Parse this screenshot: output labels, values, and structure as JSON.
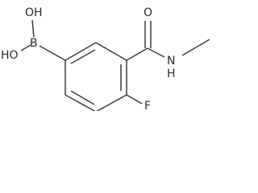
{
  "molecule": {
    "atoms": {
      "oh_top": "OH",
      "oh_left": "HO",
      "boron": "B",
      "oxygen": "O",
      "nitrogen": "N",
      "hydrogen": "H",
      "fluorine": "F"
    }
  }
}
